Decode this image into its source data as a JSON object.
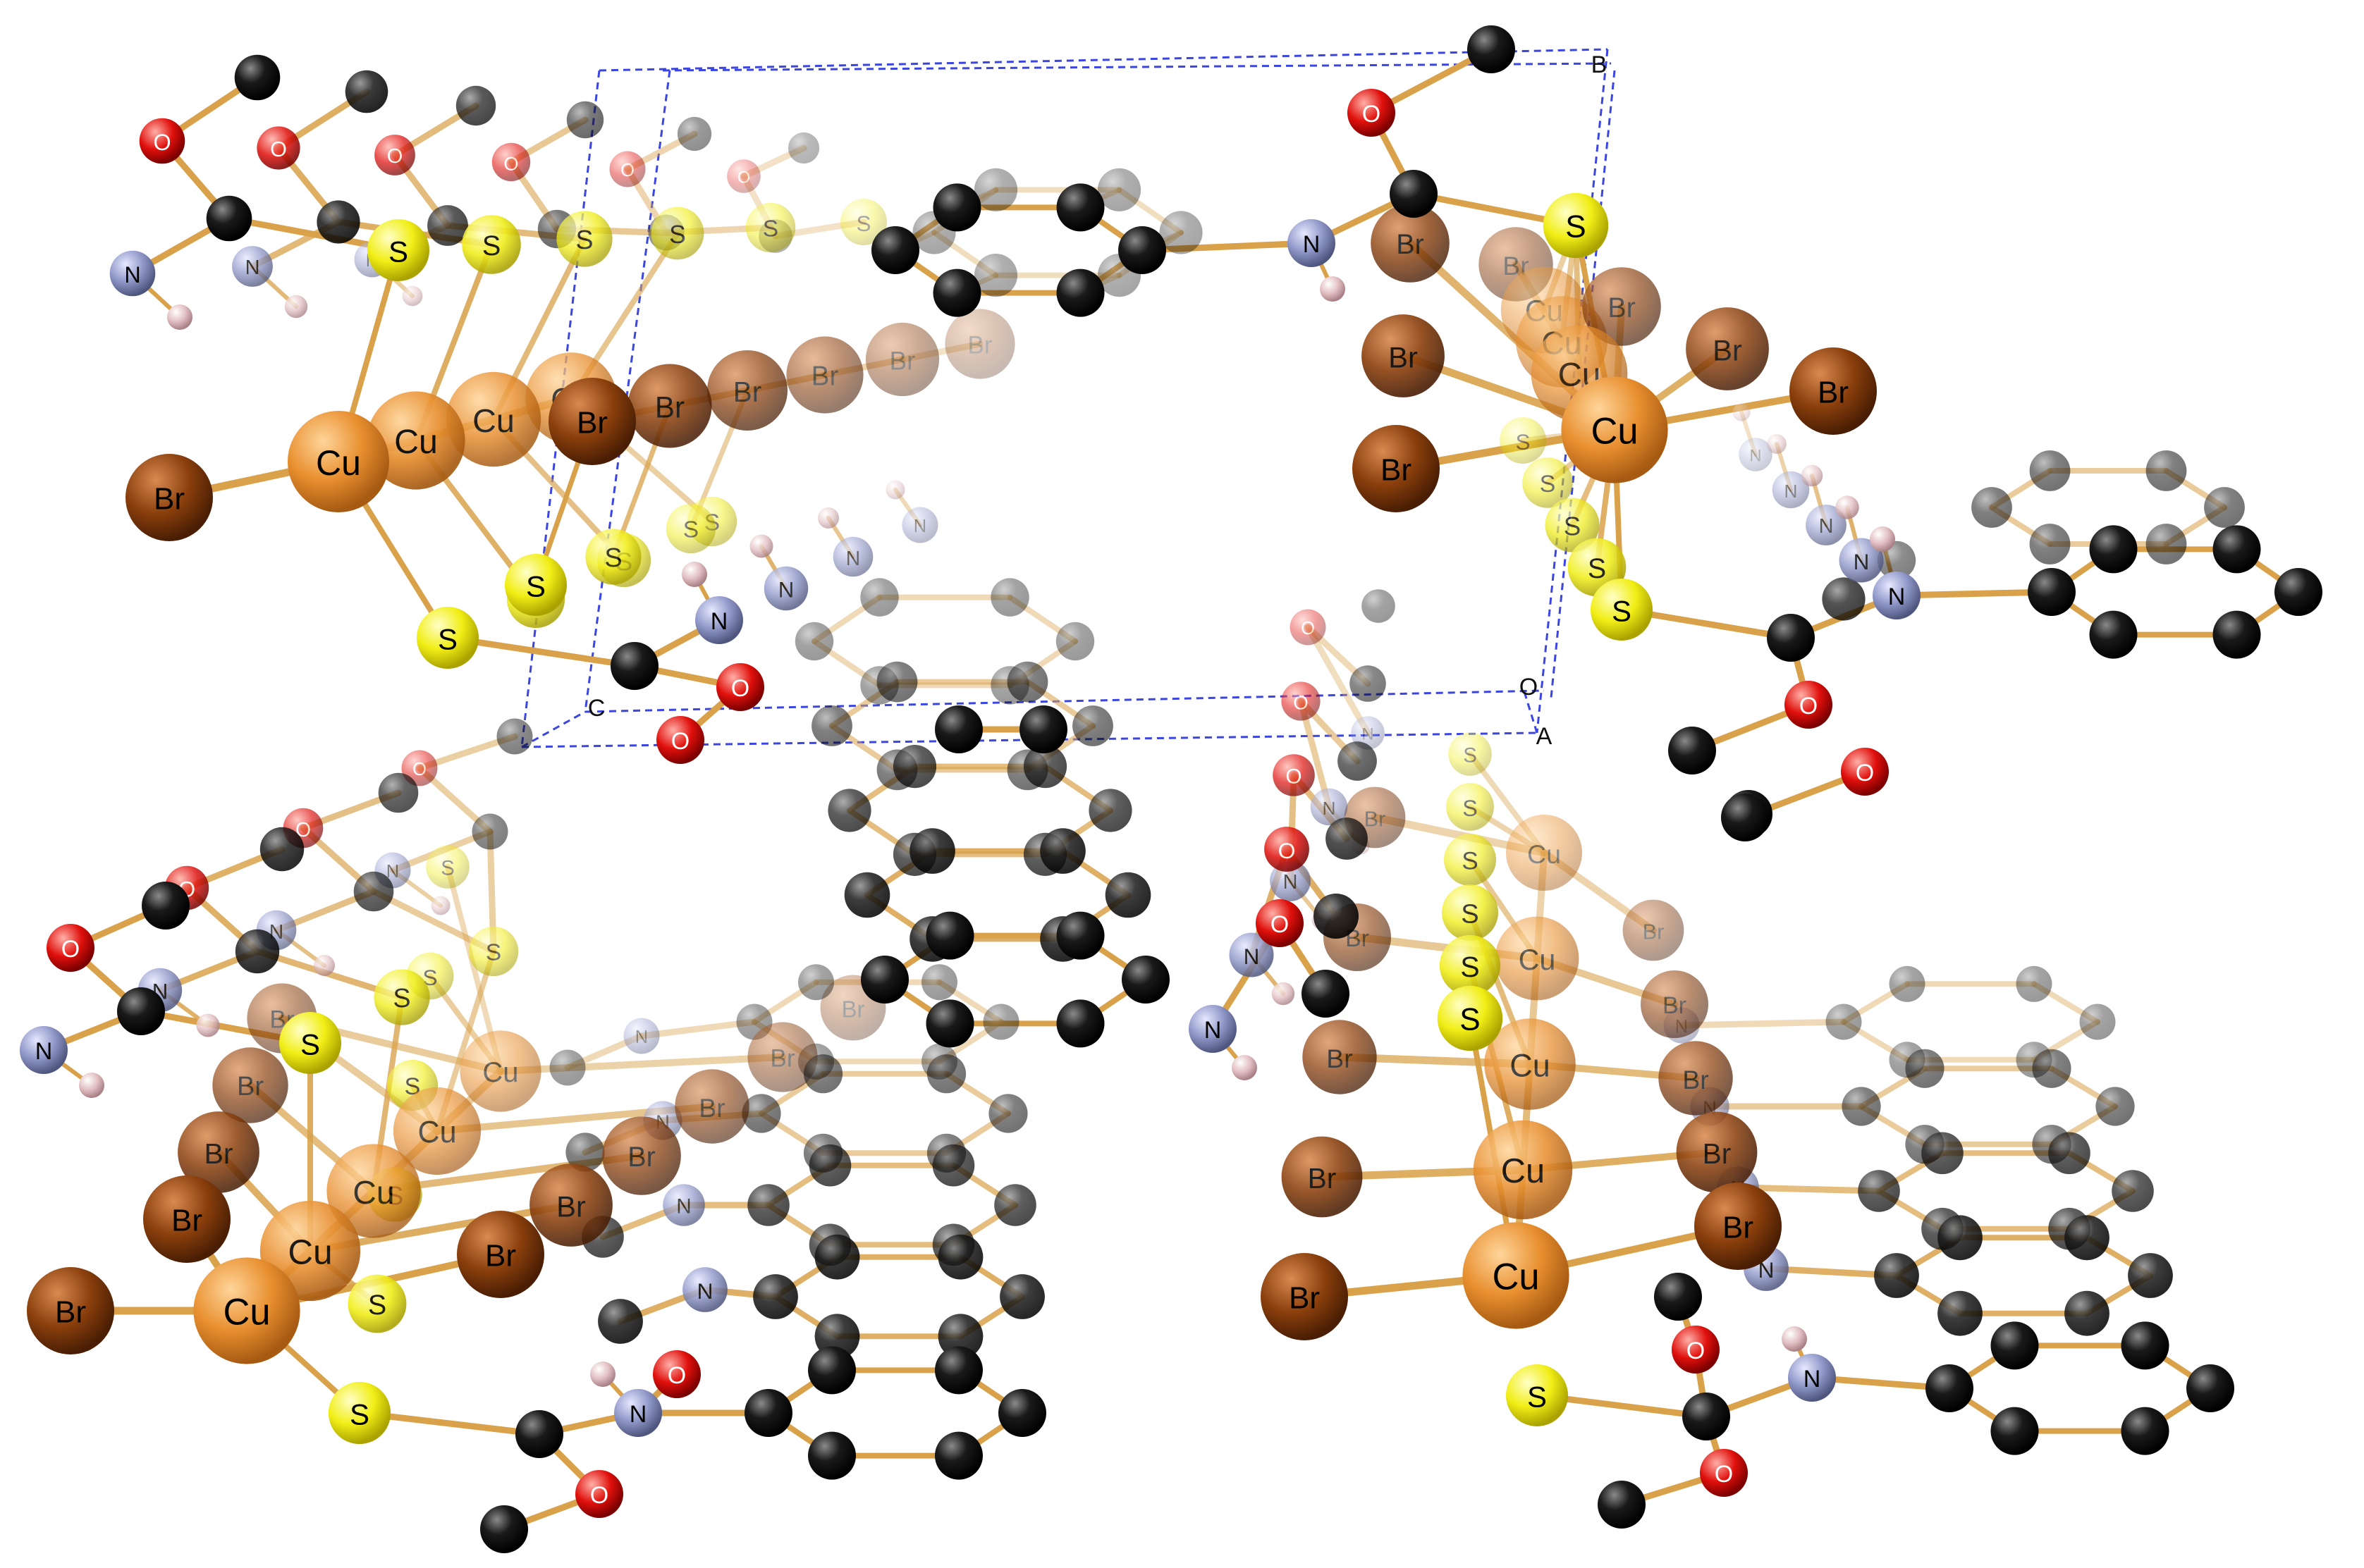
{
  "element_labels": {
    "copper": "Cu",
    "bromine": "Br",
    "sulfur": "S",
    "nitrogen": "N",
    "oxygen": "O"
  },
  "axis_labels": {
    "a": "A",
    "b": "B",
    "c": "C",
    "origin": "O"
  },
  "colors": {
    "copper": "#e88f2f",
    "bromine": "#8a3f0c",
    "sulfur": "#f1ee16",
    "nitrogen": "#8f97c8",
    "oxygen": "#e0100c",
    "carbon": "#111111",
    "hydrogen": "#e2bfc2",
    "bond": "#d9a24a",
    "unit_cell": "#3b45e0"
  }
}
